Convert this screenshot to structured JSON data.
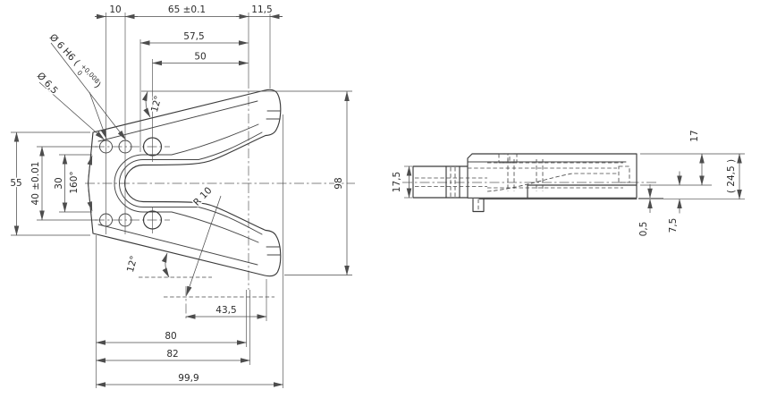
{
  "drawing": {
    "front": {
      "top": {
        "d10": "10",
        "d65": "65 ±0.1",
        "d11_5": "11,5",
        "d57_5": "57,5",
        "d50": "50"
      },
      "left": {
        "d55": "55",
        "d40": "40 ±0.01",
        "d30": "30",
        "a160": "160°"
      },
      "right": {
        "d98": "98"
      },
      "bottom": {
        "d43_5": "43,5",
        "d80": "80",
        "d82": "82",
        "d99_9": "99,9"
      },
      "angle_top": "12°",
      "angle_bottom": "12°",
      "leader_h6": {
        "text": "Ø 6 H6 (",
        "tol_up": "+0,008",
        "tol_dn": "0",
        "close": ")"
      },
      "leader_d65": "Ø 6,5",
      "radius": "R 10"
    },
    "side": {
      "d17_5": "17,5",
      "d17": "17",
      "d24_5": "( 24,5 )",
      "d0_5": "0,5",
      "d7_5": "7,5"
    },
    "colors": {
      "line": "#3a3a3a",
      "dim": "#4d4d4d",
      "background": "#ffffff"
    }
  }
}
